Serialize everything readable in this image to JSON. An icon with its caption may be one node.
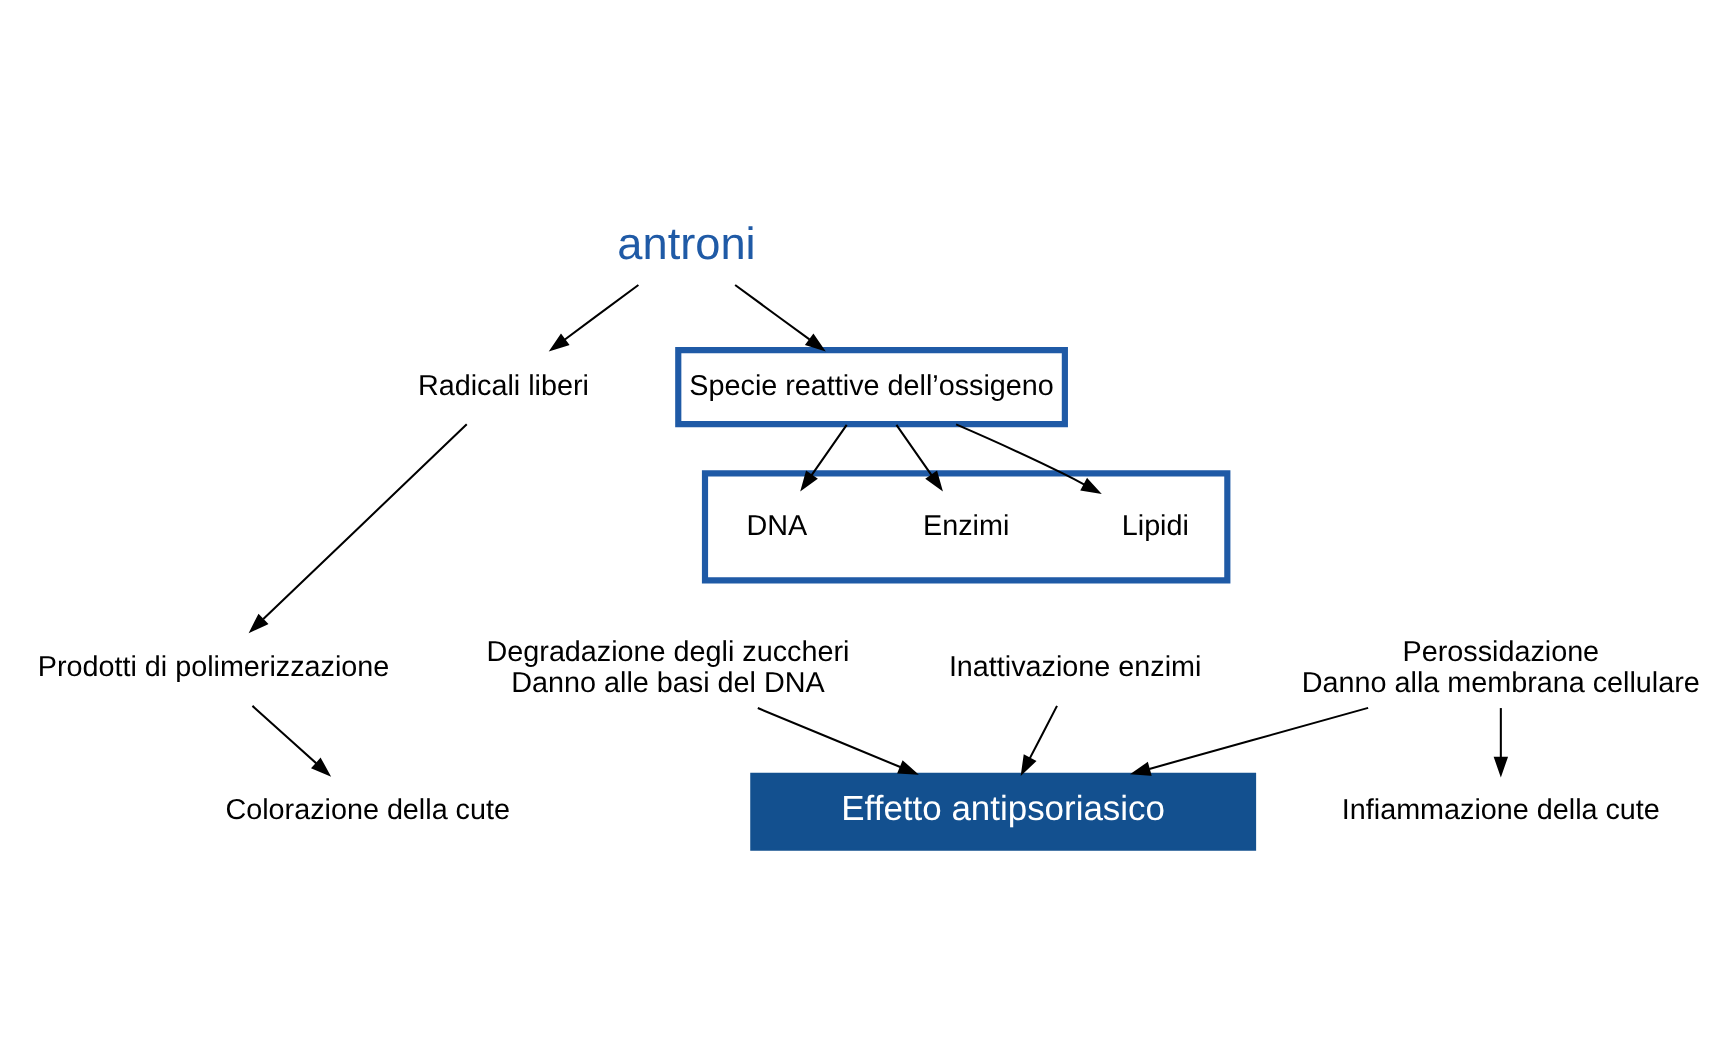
{
  "diagram": {
    "nodes": [
      {
        "text": [
          "antroni"
        ]
      },
      {
        "text": [
          "Specie reattive dell’ossigeno"
        ]
      },
      {
        "text": [
          "Radicali liberi"
        ]
      },
      {
        "text": [
          "Prodotti di polimerizzazione"
        ]
      },
      {
        "text": [
          "Colorazione della cute"
        ]
      },
      {
        "text": [],
        "shape": "box"
      },
      {
        "text": [
          "DNA"
        ],
        "in": 5
      },
      {
        "text": [
          "Enzimi"
        ],
        "in": 5
      },
      {
        "text": [
          "Lipidi"
        ],
        "in": 5
      },
      {
        "text": [
          "Degradazione degli zuccheri",
          "Danno alle basi del DNA"
        ]
      },
      {
        "text": [
          "Inattivazione enzimi"
        ]
      },
      {
        "text": [
          "Perossidazione",
          "Danno alla membrana cellulare"
        ]
      },
      {
        "text": [
          "Effetto antipsoriasico"
        ]
      },
      {
        "text": [
          "Infiammazione della cute"
        ]
      }
    ],
    "edges": [
      {
        "from": 0,
        "to": 2,
        "arrow": "to"
      },
      {
        "from": 0,
        "to": 1,
        "arrow": "to"
      },
      {
        "from": 2,
        "to": 3,
        "arrow": "to"
      },
      {
        "from": 3,
        "to": 4,
        "arrow": "to"
      },
      {
        "from": 1,
        "to": 6,
        "arrow": "to"
      },
      {
        "from": 1,
        "to": 7,
        "arrow": "to"
      },
      {
        "from": 1,
        "to": 8,
        "arrow": "to"
      },
      {
        "from": 9,
        "to": 12,
        "arrow": "to"
      },
      {
        "from": 10,
        "to": 12,
        "arrow": "to"
      },
      {
        "from": 11,
        "to": 12,
        "arrow": "to"
      },
      {
        "from": 11,
        "to": 13,
        "arrow": "to"
      }
    ]
  }
}
